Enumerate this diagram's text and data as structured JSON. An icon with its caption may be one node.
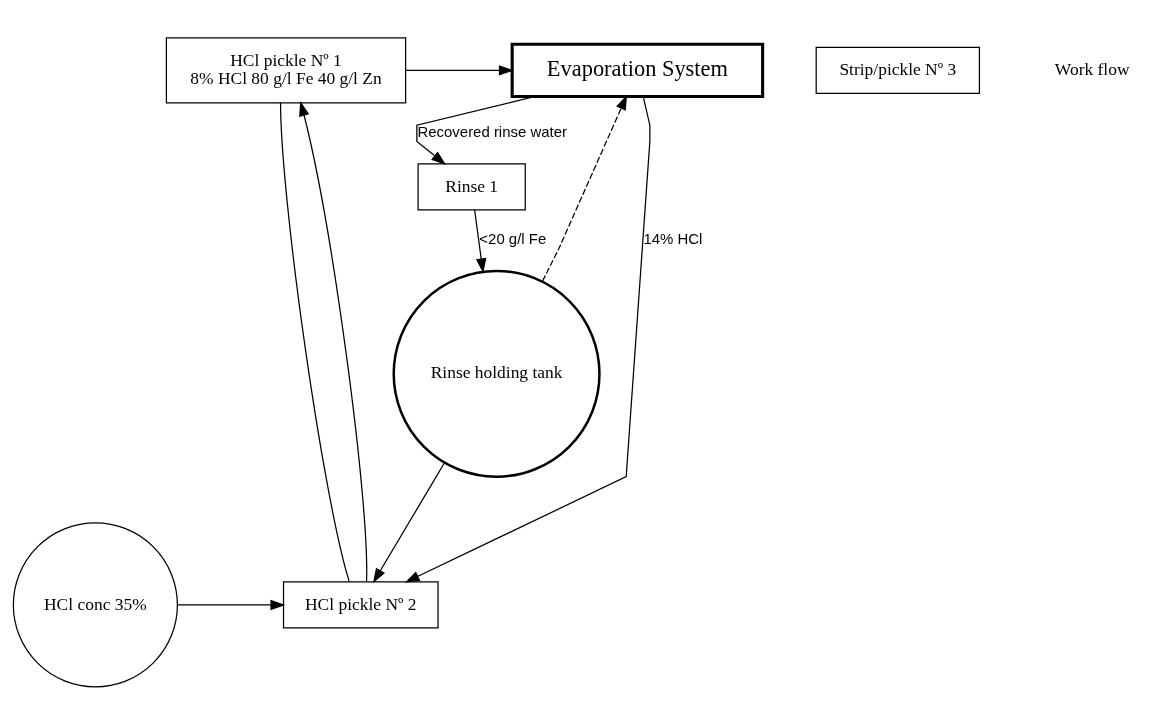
{
  "diagram": {
    "nodes": [
      {
        "text": [
          "Evaporation System"
        ]
      },
      {
        "text": [
          "HCl pickle Nº 1",
          "8% HCl 80 g/l Fe 40 g/l Zn"
        ]
      },
      {
        "text": [
          "HCl conc 35%"
        ]
      },
      {
        "text": [
          "HCl pickle Nº 2"
        ]
      },
      {
        "text": [
          "Rinse holding tank"
        ]
      },
      {
        "text": [
          "Strip/pickle Nº 3"
        ]
      },
      {
        "text": [
          "Rinse 1"
        ]
      }
    ],
    "edges": [
      {
        "from": 1,
        "to": 0,
        "arrow": "to"
      },
      {
        "from": 0,
        "to": 3,
        "label": "14% HCl",
        "arrow": "to"
      },
      {
        "from": 2,
        "to": 3,
        "arrow": "to"
      },
      {
        "from": 4,
        "to": 3,
        "arrow": "to"
      },
      {
        "from": 4,
        "to": 0,
        "arrow": "to",
        "style": "dashed"
      },
      {
        "from": 3,
        "to": 1,
        "arrow": "to"
      },
      {
        "from": 1,
        "to": 3,
        "arrow": "none"
      },
      {
        "from": 6,
        "to": 4,
        "label": "<20 g/l Fe",
        "arrow": "to"
      },
      {
        "from": 0,
        "to": 6,
        "label": "Recovered rinse water",
        "arrow": "to"
      }
    ],
    "labels": [
      "Work flow"
    ]
  }
}
